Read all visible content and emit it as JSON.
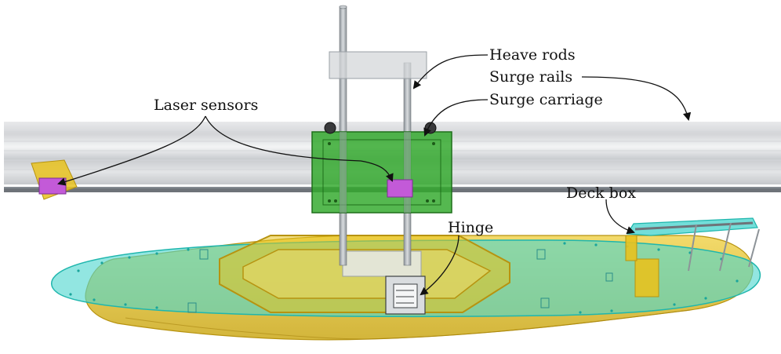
{
  "labels": {
    "heave_rods": "Heave rods",
    "surge_rails": "Surge rails",
    "surge_carriage": "Surge carriage",
    "laser_sensors": "Laser sensors",
    "deck_box": "Deck box",
    "hinge": "Hinge"
  },
  "colors": {
    "hull_yellow": "#e8c21e",
    "deck_cyan": "#4fd6cf",
    "carriage_green": "#2fa82a",
    "sensor_magenta": "#c35ad8",
    "rail_gray": "#b9bcc0",
    "rod_gray": "#aab0b5"
  }
}
